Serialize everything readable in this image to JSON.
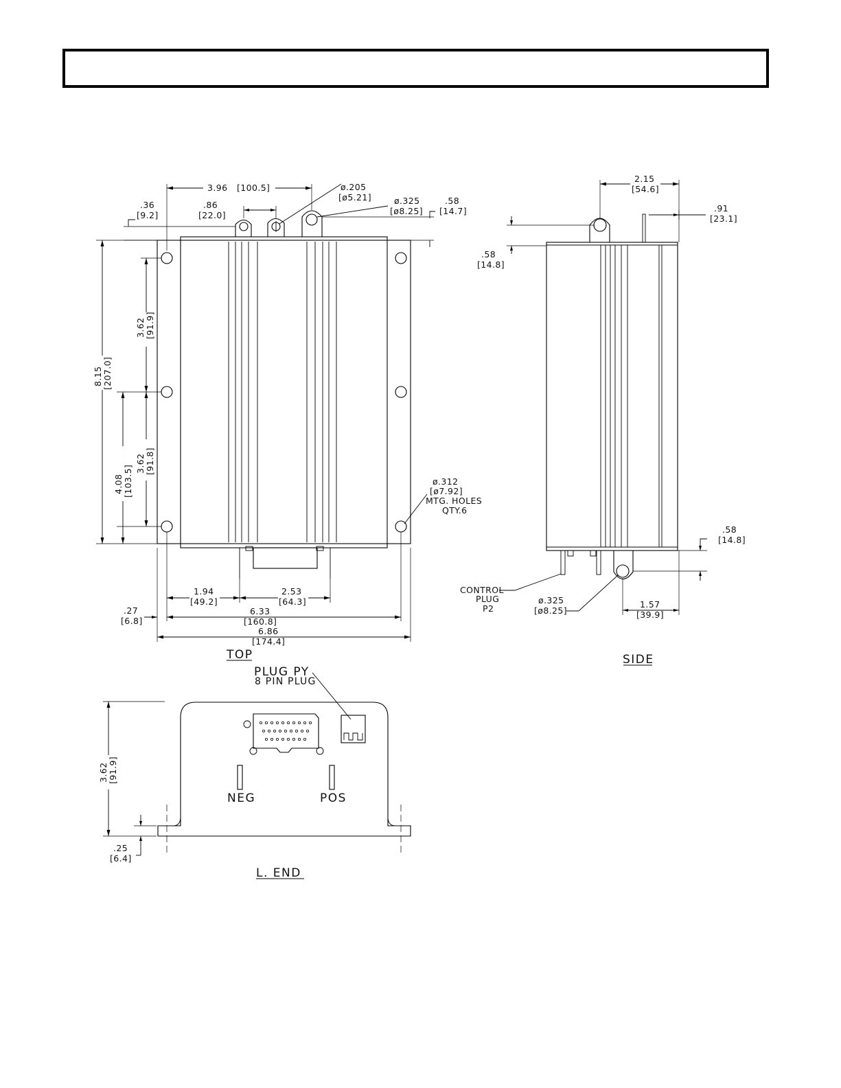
{
  "header_box": {
    "text": ""
  },
  "views": {
    "top": {
      "title": "TOP",
      "dims": {
        "d396": "3.96",
        "d396m": "[100.5]",
        "d86": ".86",
        "d86m": "[22.0]",
        "d36": ".36",
        "d36m": "[9.2]",
        "d205": "ø.205",
        "d205m": "[ø5.21]",
        "d325": "ø.325",
        "d325m": "[ø8.25]",
        "d58": ".58",
        "d58m": "[14.7]",
        "d815": "8.15",
        "d815m": "[207.0]",
        "d362a": "3.62",
        "d362am": "[91.9]",
        "d362b": "3.62",
        "d362bm": "[91.8]",
        "d408": "4.08",
        "d408m": "[103.5]",
        "d312": "ø.312",
        "d312m": "[ø7.92]",
        "holes": "MTG. HOLES",
        "qty": "QTY.6",
        "d194": "1.94",
        "d194m": "[49.2]",
        "d253": "2.53",
        "d253m": "[64.3]",
        "d27": ".27",
        "d27m": "[6.8]",
        "d633": "6.33",
        "d633m": "[160.8]",
        "d686": "6.86",
        "d686m": "[174.4]"
      }
    },
    "side": {
      "title": "SIDE",
      "dims": {
        "d215": "2.15",
        "d215m": "[54.6]",
        "d91": ".91",
        "d91m": "[23.1]",
        "d58a": ".58",
        "d58am": "[14.8]",
        "d58b": ".58",
        "d58bm": "[14.8]",
        "control1": "CONTROL",
        "control2": "PLUG",
        "control3": "P2",
        "d325": "ø.325",
        "d325m": "[ø8.25]",
        "d157": "1.57",
        "d157m": "[39.9]"
      }
    },
    "end": {
      "title": "L. END",
      "dims": {
        "plug1": "PLUG PY",
        "plug2": "8 PIN PLUG",
        "neg": "NEG",
        "pos": "POS",
        "d362": "3.62",
        "d362m": "[91.9]",
        "d25": ".25",
        "d25m": "[6.4]"
      }
    }
  }
}
